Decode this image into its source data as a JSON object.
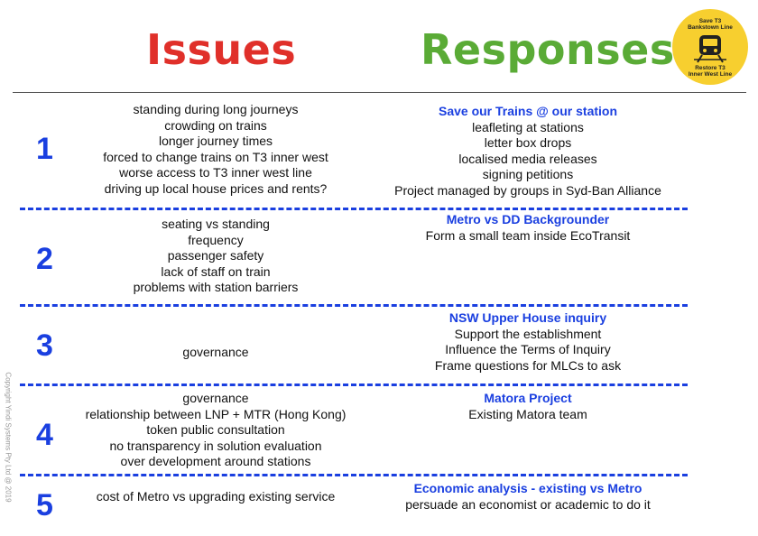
{
  "headers": {
    "issues": "Issues",
    "responses": "Responses"
  },
  "badge": {
    "top_lines": [
      "Save T3",
      "Bankstown Line"
    ],
    "bottom_lines": [
      "Restore T3",
      "Inner West Line"
    ],
    "color": "#f7cf2f",
    "icon": "train-icon"
  },
  "colors": {
    "issues": "#e0302a",
    "responses": "#5aab36",
    "accent": "#1a3fe0"
  },
  "rows": [
    {
      "number": "1",
      "issues": [
        "standing during long journeys",
        "crowding on trains",
        "longer journey times",
        "forced to change trains on T3 inner west",
        "worse access to T3 inner west line",
        "driving up local house prices and rents?"
      ],
      "response_title": "Save our Trains @ our station",
      "responses": [
        "leafleting at stations",
        "letter box drops",
        "localised media releases",
        "signing petitions",
        "Project managed by groups in Syd-Ban Alliance"
      ]
    },
    {
      "number": "2",
      "issues": [
        "seating vs standing",
        "frequency",
        "passenger safety",
        "lack of staff on train",
        "problems with station barriers"
      ],
      "response_title": "Metro vs DD Backgrounder",
      "responses": [
        "Form a small team inside EcoTransit"
      ]
    },
    {
      "number": "3",
      "issues": [
        "governance"
      ],
      "response_title": "NSW Upper House inquiry",
      "responses": [
        "Support the establishment",
        "Influence the Terms of Inquiry",
        "Frame questions for MLCs to ask"
      ]
    },
    {
      "number": "4",
      "issues": [
        "governance",
        "relationship between LNP + MTR (Hong Kong)",
        "token public consultation",
        "no transparency in solution evaluation",
        "over development around stations"
      ],
      "response_title": "Matora Project",
      "responses": [
        "Existing Matora team"
      ]
    },
    {
      "number": "5",
      "issues": [
        "cost of Metro vs upgrading existing service"
      ],
      "response_title": "Economic analysis - existing vs Metro",
      "responses": [
        "persuade an economist or academic to do it"
      ]
    }
  ],
  "copyright": "Copyright Yindi Systems Pty Ltd @ 2019"
}
